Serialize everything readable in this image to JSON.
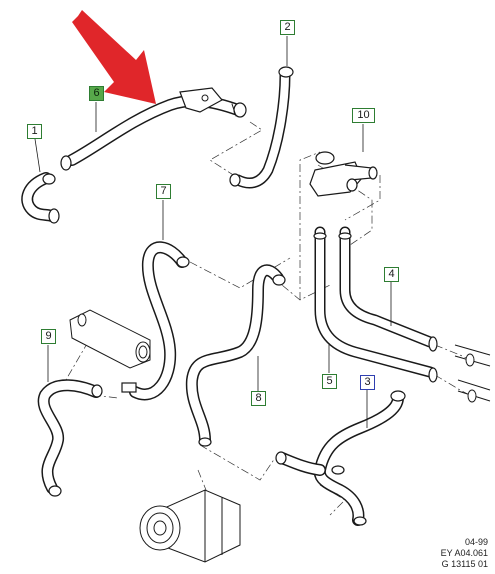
{
  "parts": [
    {
      "id": "p1",
      "number": "1"
    },
    {
      "id": "p2",
      "number": "2"
    },
    {
      "id": "p3",
      "number": "3"
    },
    {
      "id": "p4",
      "number": "4"
    },
    {
      "id": "p5",
      "number": "5"
    },
    {
      "id": "p6",
      "number": "6"
    },
    {
      "id": "p7",
      "number": "7"
    },
    {
      "id": "p8",
      "number": "8"
    },
    {
      "id": "p9",
      "number": "9"
    },
    {
      "id": "p10",
      "number": "10"
    }
  ],
  "footer": {
    "date": "04-99",
    "code1": "EY A04.061",
    "code2": "G 13115 01"
  },
  "colors": {
    "arrow": "#e0262a",
    "label_border": "#2e7d32",
    "label_highlight": "#57a84a",
    "label_blue_border": "#2f3fb0",
    "line": "#1a1a1a"
  }
}
